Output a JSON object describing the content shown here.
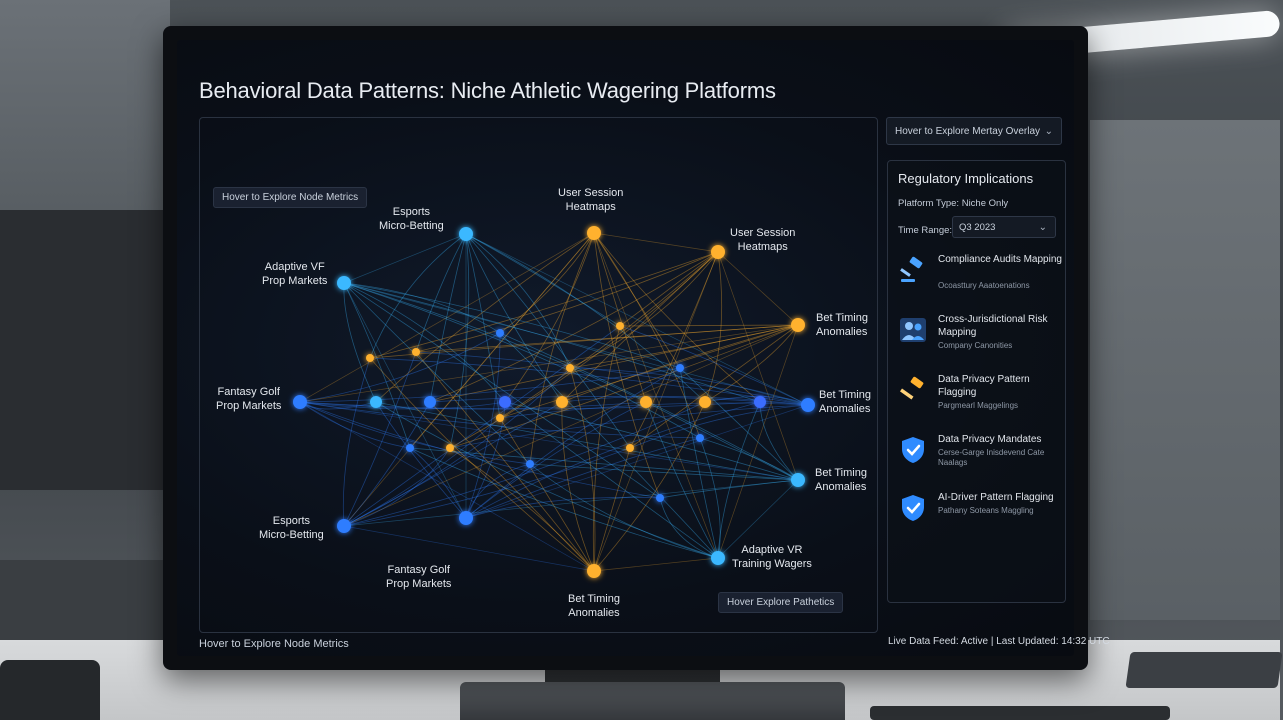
{
  "title": "Behavioral Data Patterns: Niche Athletic Wagering Platforms",
  "graph": {
    "hint_top": "Hover to Explore Node Metrics",
    "hint_bottom_right": "Hover Explore Pathetics",
    "nodes": [
      {
        "id": "esports-top",
        "label_line1": "Esports",
        "label_line2": "Micro-Betting",
        "color": "#3ab8ff"
      },
      {
        "id": "session-top",
        "label_line1": "User Session",
        "label_line2": "Heatmaps",
        "color": "#ffb12e"
      },
      {
        "id": "session-right",
        "label_line1": "User Session",
        "label_line2": "Heatmaps",
        "color": "#ffb12e"
      },
      {
        "id": "vr-left",
        "label_line1": "Adaptive VF",
        "label_line2": "Prop Markets",
        "color": "#3ab8ff"
      },
      {
        "id": "timing-r1",
        "label_line1": "Bet Timing",
        "label_line2": "Anomalies",
        "color": "#ffb12e"
      },
      {
        "id": "golf-left",
        "label_line1": "Fantasy Golf",
        "label_line2": "Prop Markets",
        "color": "#2f7dff"
      },
      {
        "id": "timing-r2",
        "label_line1": "Bet Timing",
        "label_line2": "Anomalies",
        "color": "#2f7dff"
      },
      {
        "id": "timing-r3",
        "label_line1": "Bet Timing",
        "label_line2": "Anomalies",
        "color": "#3ab8ff"
      },
      {
        "id": "esports-bottom",
        "label_line1": "Esports",
        "label_line2": "Micro-Betting",
        "color": "#2f7dff"
      },
      {
        "id": "golf-bottom",
        "label_line1": "Fantasy Golf",
        "label_line2": "Prop Markets",
        "color": "#2f7dff"
      },
      {
        "id": "timing-bottom",
        "label_line1": "Bet Timing",
        "label_line2": "Anomalies",
        "color": "#ffb12e"
      },
      {
        "id": "vr-bottom",
        "label_line1": "Adaptive VR",
        "label_line2": "Training Wagers",
        "color": "#3ab8ff"
      }
    ]
  },
  "overlay_select": {
    "value": "Hover to Explore Mertay Overlay"
  },
  "side_panel": {
    "title": "Regulatory Implications",
    "platform_type": "Platform Type: Niche Only",
    "time_range_label": "Time Range:",
    "time_range_value": "Q3 2023",
    "items": [
      {
        "title": "Compliance Audits Mapping",
        "subtitle": "Ocoasttury Aaatoenations",
        "icon": "gavel-icon",
        "color": "#4aa3ff"
      },
      {
        "title": "Cross-Jurisdictional Risk Mapping",
        "subtitle": "Company Canonities",
        "icon": "users-icon",
        "color": "#4aa3ff"
      },
      {
        "title": "Data Privacy Pattern Flagging",
        "subtitle": "Pargmearl Maggelings",
        "icon": "hammer-icon",
        "color": "#ffb12e"
      },
      {
        "title": "Data Privacy Mandates",
        "subtitle": "Cerse-Garge Inisdevend Cate Naalags",
        "icon": "shield-check-icon",
        "color": "#2f8bff"
      },
      {
        "title": "AI-Driver Pattern Flagging",
        "subtitle": "Pathany Soteans Maggling",
        "icon": "shield-check-icon",
        "color": "#2f8bff"
      }
    ]
  },
  "status": "Live Data Feed: Active | Last Updated: 14:32 UTC",
  "footer_hint": "Hover to Explore Node Metrics"
}
